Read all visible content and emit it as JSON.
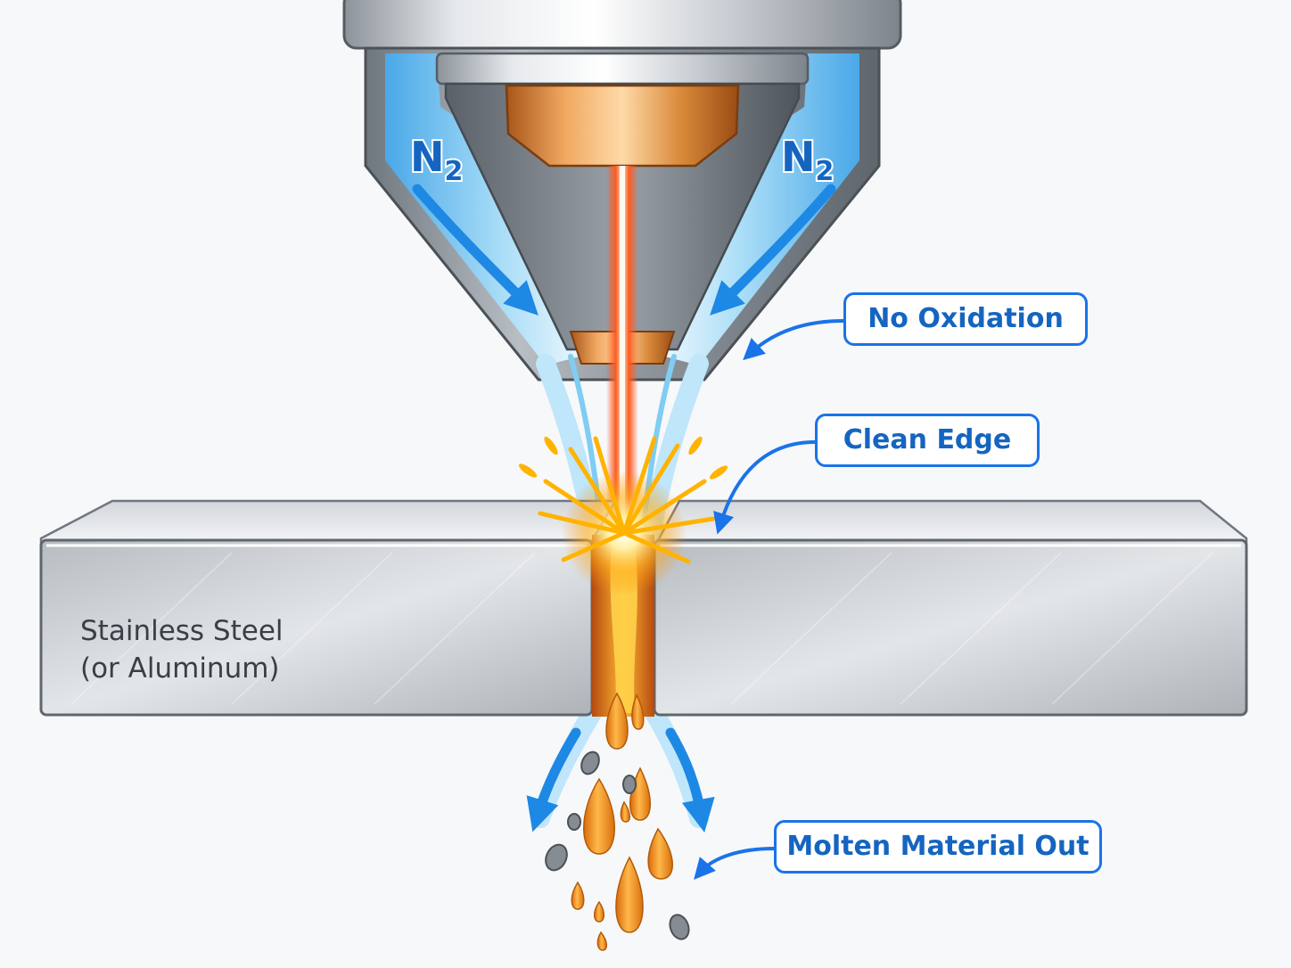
{
  "gas_labels": {
    "left": {
      "symbol": "N",
      "subscript": "2"
    },
    "right": {
      "symbol": "N",
      "subscript": "2"
    }
  },
  "callouts": {
    "no_oxidation": "No Oxidation",
    "clean_edge": "Clean Edge",
    "molten_material_out": "Molten Material Out"
  },
  "material_label": {
    "line1": "Stainless Steel",
    "line2": "(or Aluminum)"
  },
  "colors": {
    "accent_blue": "#1a73e8",
    "gas_flow": "#6cc4f2",
    "laser": "#ff5a1f",
    "molten": "#f0901a",
    "steel": "#c9ced3"
  },
  "icons": [
    "nozzle",
    "laser-beam",
    "gas-flow-arrow",
    "spark-burst",
    "molten-droplet",
    "callout-arrow"
  ]
}
